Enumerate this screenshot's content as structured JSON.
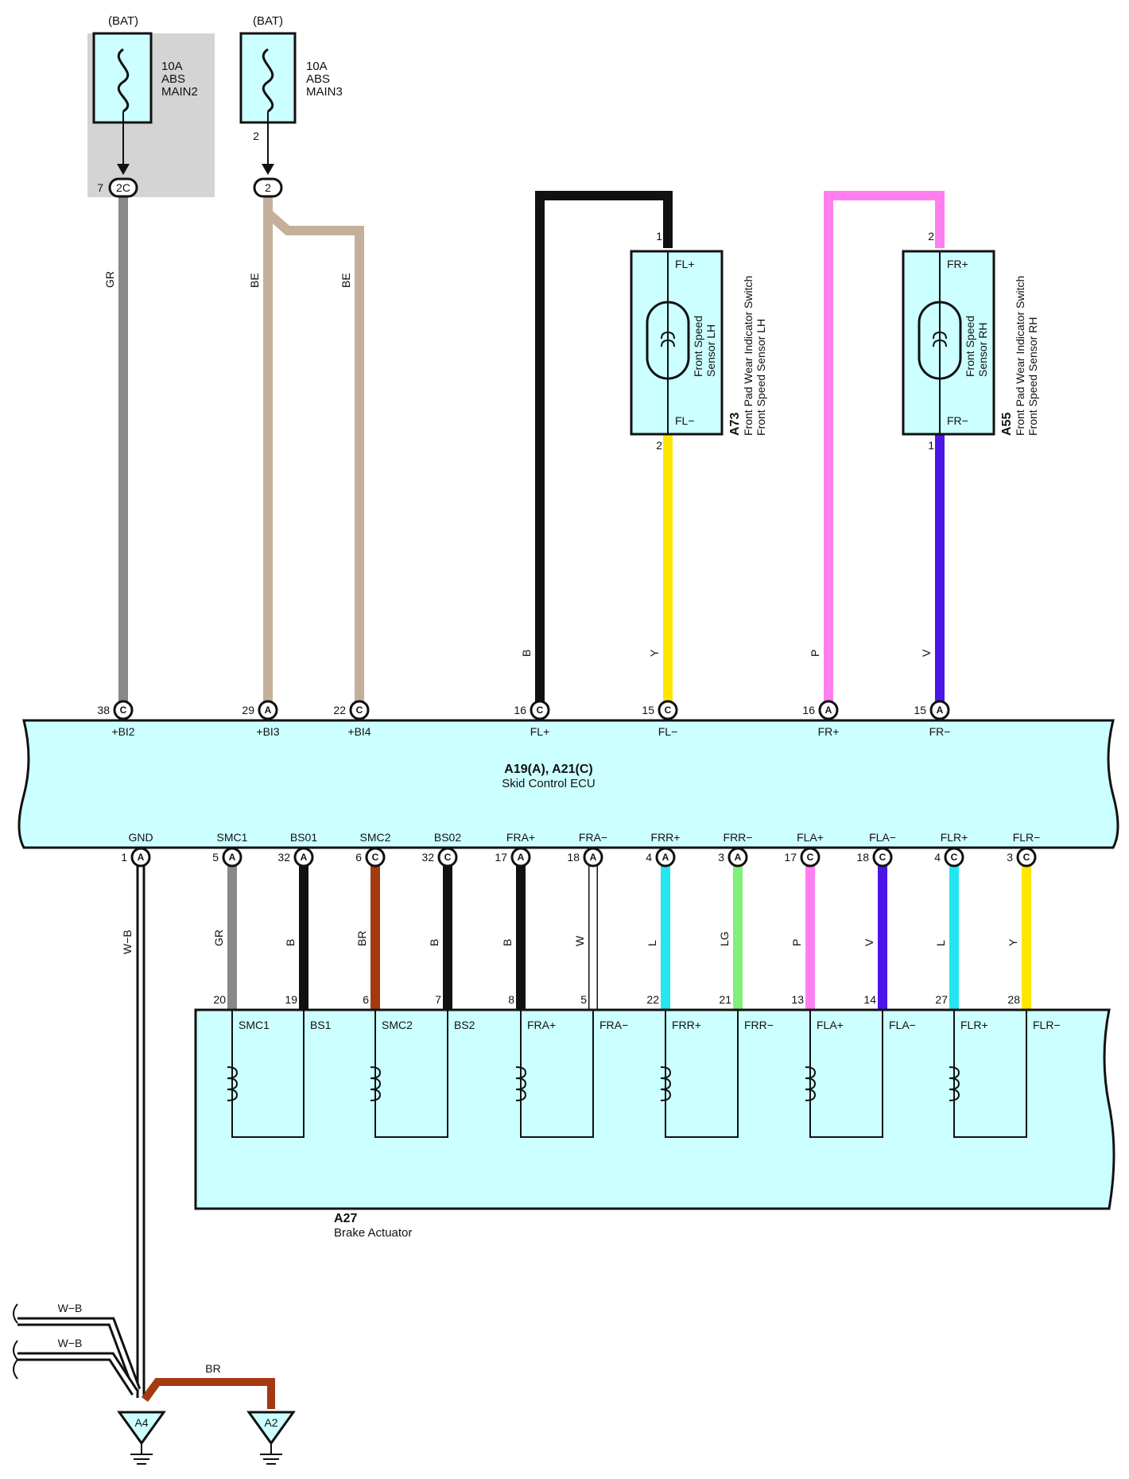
{
  "colors": {
    "box_fill": "#ccffff",
    "gray_area": "#d4d4d4",
    "GR": "#888888",
    "BE": "#c4b09a",
    "B": "#111111",
    "Y": "#ffe600",
    "P": "#ff7ff0",
    "V": "#4b16e6",
    "BR": "#a33a12",
    "W": "#ffffff",
    "L": "#23e6f0",
    "LG": "#7ff07a"
  },
  "fuses": [
    {
      "bat": "(BAT)",
      "amp": "10A",
      "name1": "ABS",
      "name2": "MAIN2",
      "pin": "7",
      "conn": "2C"
    },
    {
      "bat": "(BAT)",
      "amp": "10A",
      "name1": "ABS",
      "name2": "MAIN3",
      "pin": "2",
      "conn": "2"
    }
  ],
  "sensors": {
    "lh": {
      "pin_top": "1",
      "pin_bottom": "2",
      "term_top": "FL+",
      "term_bottom": "FL−",
      "id": "A73",
      "desc1": "Front Pad Wear Indicator Switch",
      "desc2": "Front Speed Sensor LH",
      "inner1": "Front Speed",
      "inner2": "Sensor LH"
    },
    "rh": {
      "pin_top": "2",
      "pin_bottom": "1",
      "term_top": "FR+",
      "term_bottom": "FR−",
      "id": "A55",
      "desc1": "Front Pad Wear Indicator Switch",
      "desc2": "Front Speed Sensor RH",
      "inner1": "Front Speed",
      "inner2": "Sensor RH"
    }
  },
  "ecu": {
    "id": "A19(A), A21(C)",
    "name": "Skid Control ECU",
    "top_pins": [
      {
        "num": "38",
        "conn": "C",
        "term": "+BI2",
        "wire": "GR"
      },
      {
        "num": "29",
        "conn": "A",
        "term": "+BI3",
        "wire": "BE"
      },
      {
        "num": "22",
        "conn": "C",
        "term": "+BI4",
        "wire": "BE"
      },
      {
        "num": "16",
        "conn": "C",
        "term": "FL+",
        "wire": "B"
      },
      {
        "num": "15",
        "conn": "C",
        "term": "FL−",
        "wire": "Y"
      },
      {
        "num": "16",
        "conn": "A",
        "term": "FR+",
        "wire": "P"
      },
      {
        "num": "15",
        "conn": "A",
        "term": "FR−",
        "wire": "V"
      }
    ],
    "bottom_pins": [
      {
        "num": "1",
        "conn": "A",
        "term": "GND",
        "wire": "W−B"
      },
      {
        "num": "5",
        "conn": "A",
        "term": "SMC1",
        "wire": "GR"
      },
      {
        "num": "32",
        "conn": "A",
        "term": "BS01",
        "wire": "B"
      },
      {
        "num": "6",
        "conn": "C",
        "term": "SMC2",
        "wire": "BR"
      },
      {
        "num": "32",
        "conn": "C",
        "term": "BS02",
        "wire": "B"
      },
      {
        "num": "17",
        "conn": "A",
        "term": "FRA+",
        "wire": "B"
      },
      {
        "num": "18",
        "conn": "A",
        "term": "FRA−",
        "wire": "W"
      },
      {
        "num": "4",
        "conn": "A",
        "term": "FRR+",
        "wire": "L"
      },
      {
        "num": "3",
        "conn": "A",
        "term": "FRR−",
        "wire": "LG"
      },
      {
        "num": "17",
        "conn": "C",
        "term": "FLA+",
        "wire": "P"
      },
      {
        "num": "18",
        "conn": "C",
        "term": "FLA−",
        "wire": "V"
      },
      {
        "num": "4",
        "conn": "C",
        "term": "FLR+",
        "wire": "L"
      },
      {
        "num": "3",
        "conn": "C",
        "term": "FLR−",
        "wire": "Y"
      }
    ]
  },
  "actuator": {
    "id": "A27",
    "name": "Brake Actuator",
    "pins": [
      "20",
      "19",
      "6",
      "7",
      "8",
      "5",
      "22",
      "21",
      "13",
      "14",
      "27",
      "28"
    ],
    "terms": [
      "SMC1",
      "BS1",
      "SMC2",
      "BS2",
      "FRA+",
      "FRA−",
      "FRR+",
      "FRR−",
      "FLA+",
      "FLA−",
      "FLR+",
      "FLR−"
    ]
  },
  "ground": {
    "wires": [
      "W−B",
      "W−B"
    ],
    "link_wire": "BR",
    "points": [
      "A4",
      "A2"
    ]
  }
}
